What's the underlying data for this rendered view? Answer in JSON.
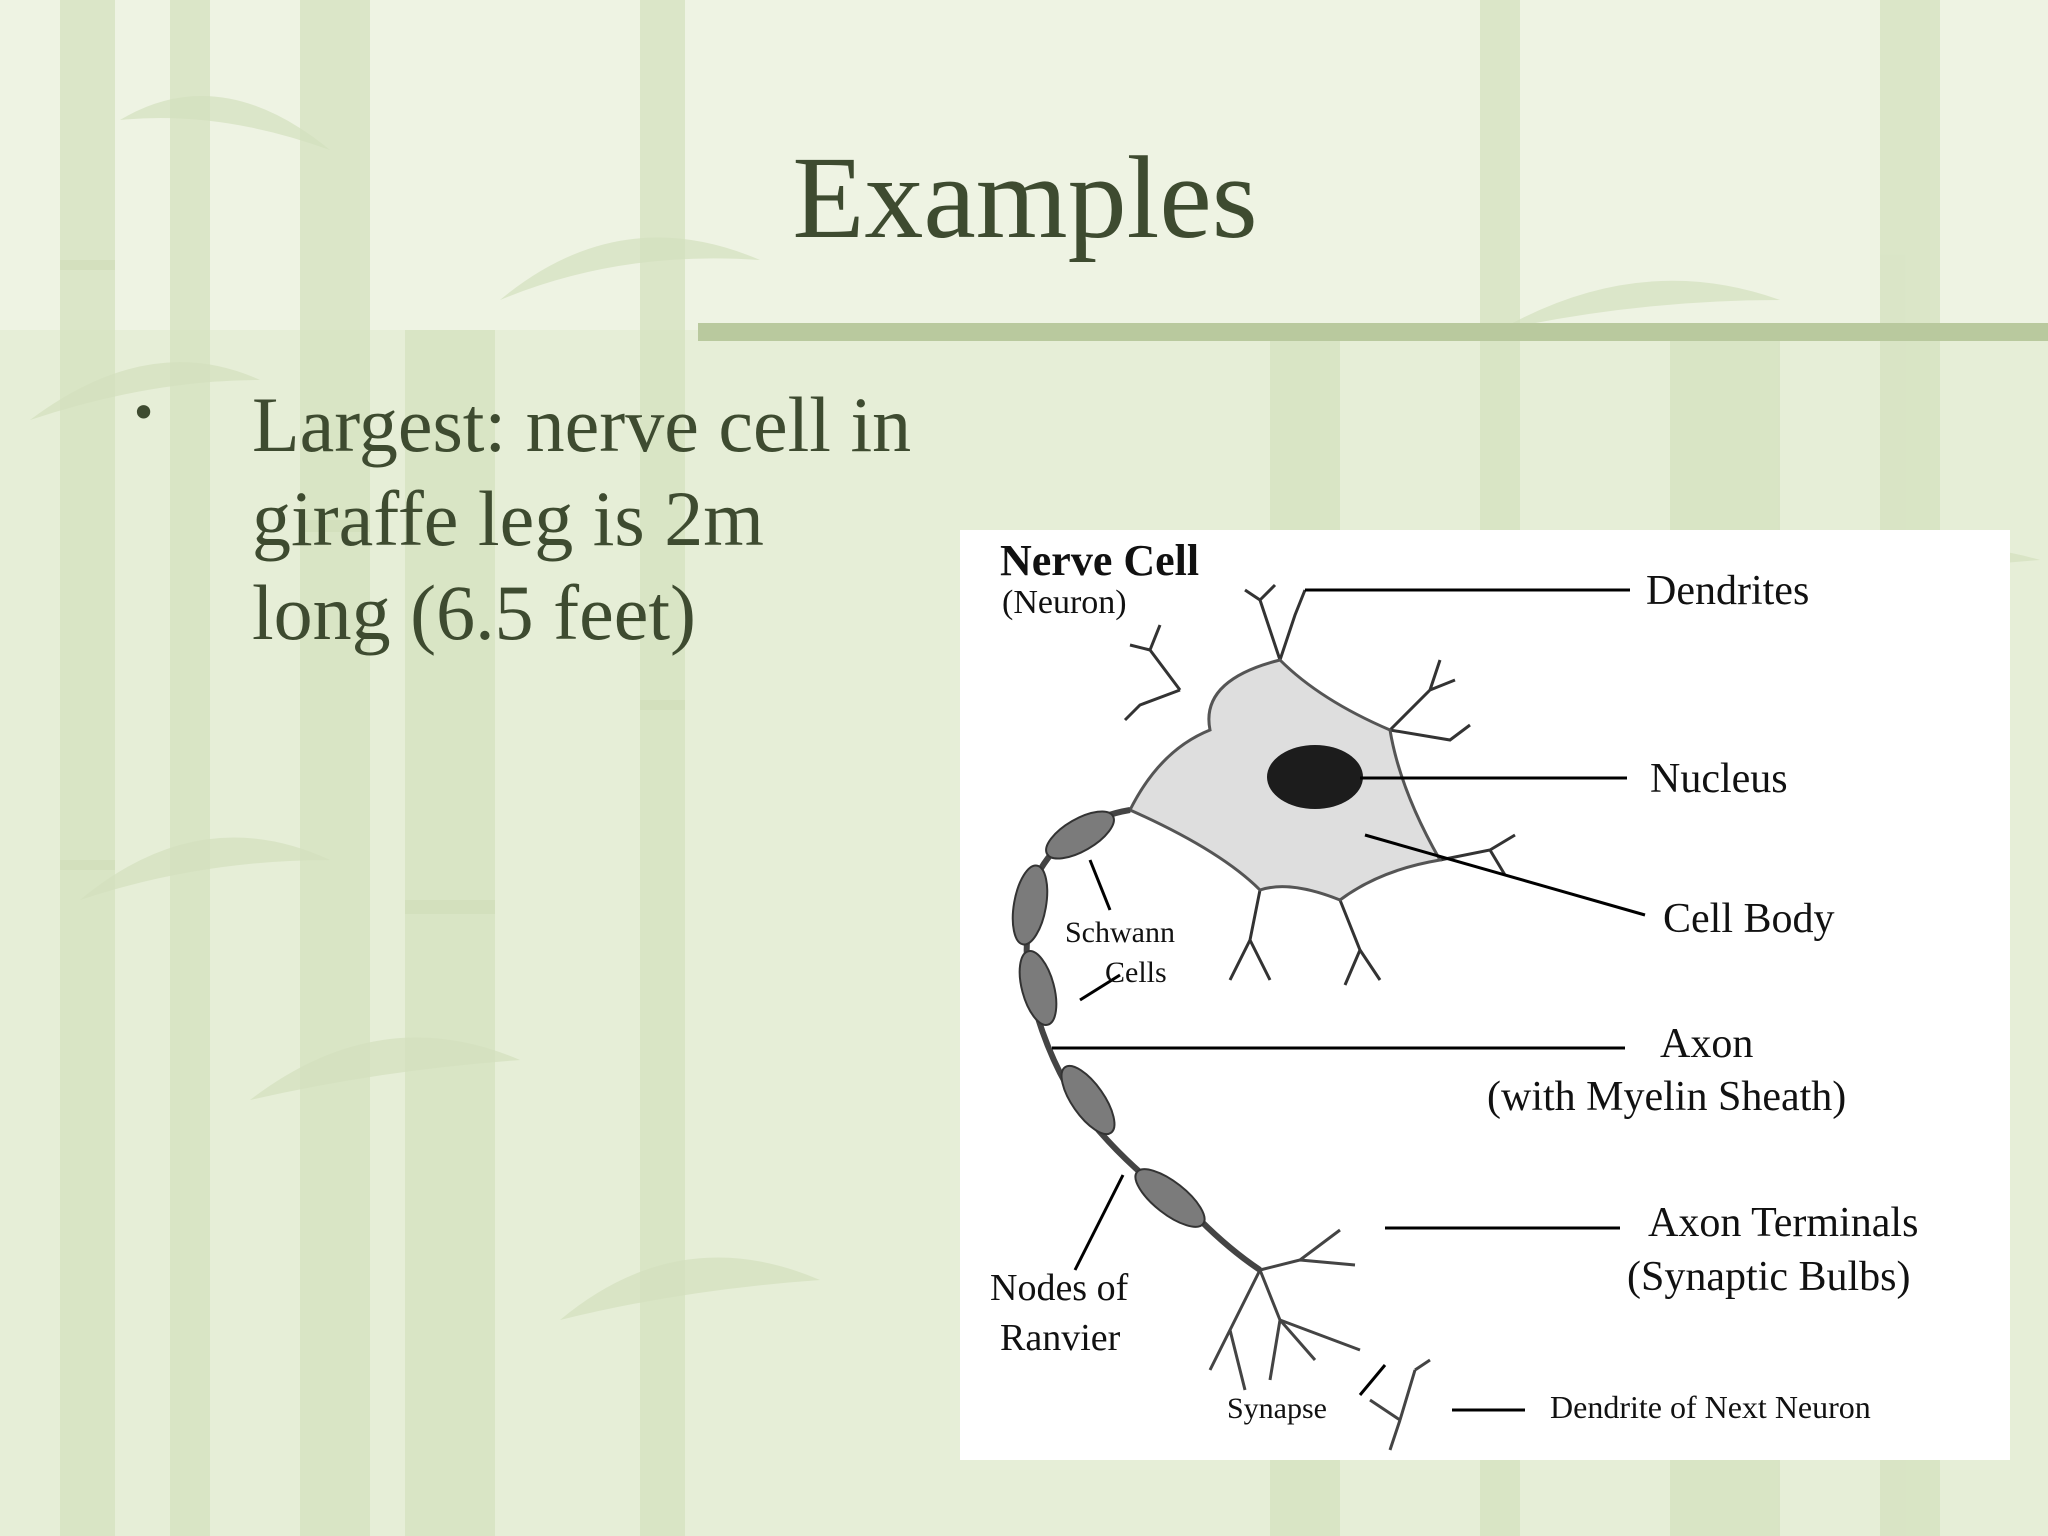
{
  "slide": {
    "title": "Examples",
    "bullets": [
      {
        "text": "Largest: nerve cell in\ngiraffe leg is 2m\nlong (6.5 feet)"
      }
    ]
  },
  "diagram": {
    "title": "Nerve Cell",
    "subtitle": "(Neuron)",
    "labels": {
      "dendrites": "Dendrites",
      "nucleus": "Nucleus",
      "cell_body": "Cell Body",
      "schwann_1": "Schwann",
      "schwann_2": "Cells",
      "axon_1": "Axon",
      "axon_2": "(with Myelin Sheath)",
      "axon_terminals_1": "Axon Terminals",
      "axon_terminals_2": "(Synaptic Bulbs)",
      "nodes_1": "Nodes of",
      "nodes_2": "Ranvier",
      "synapse": "Synapse",
      "next_dendrite": "Dendrite of Next Neuron"
    }
  },
  "colors": {
    "background": "#e6eed7",
    "text": "#3e4b30",
    "rule": "#b9c99e"
  }
}
